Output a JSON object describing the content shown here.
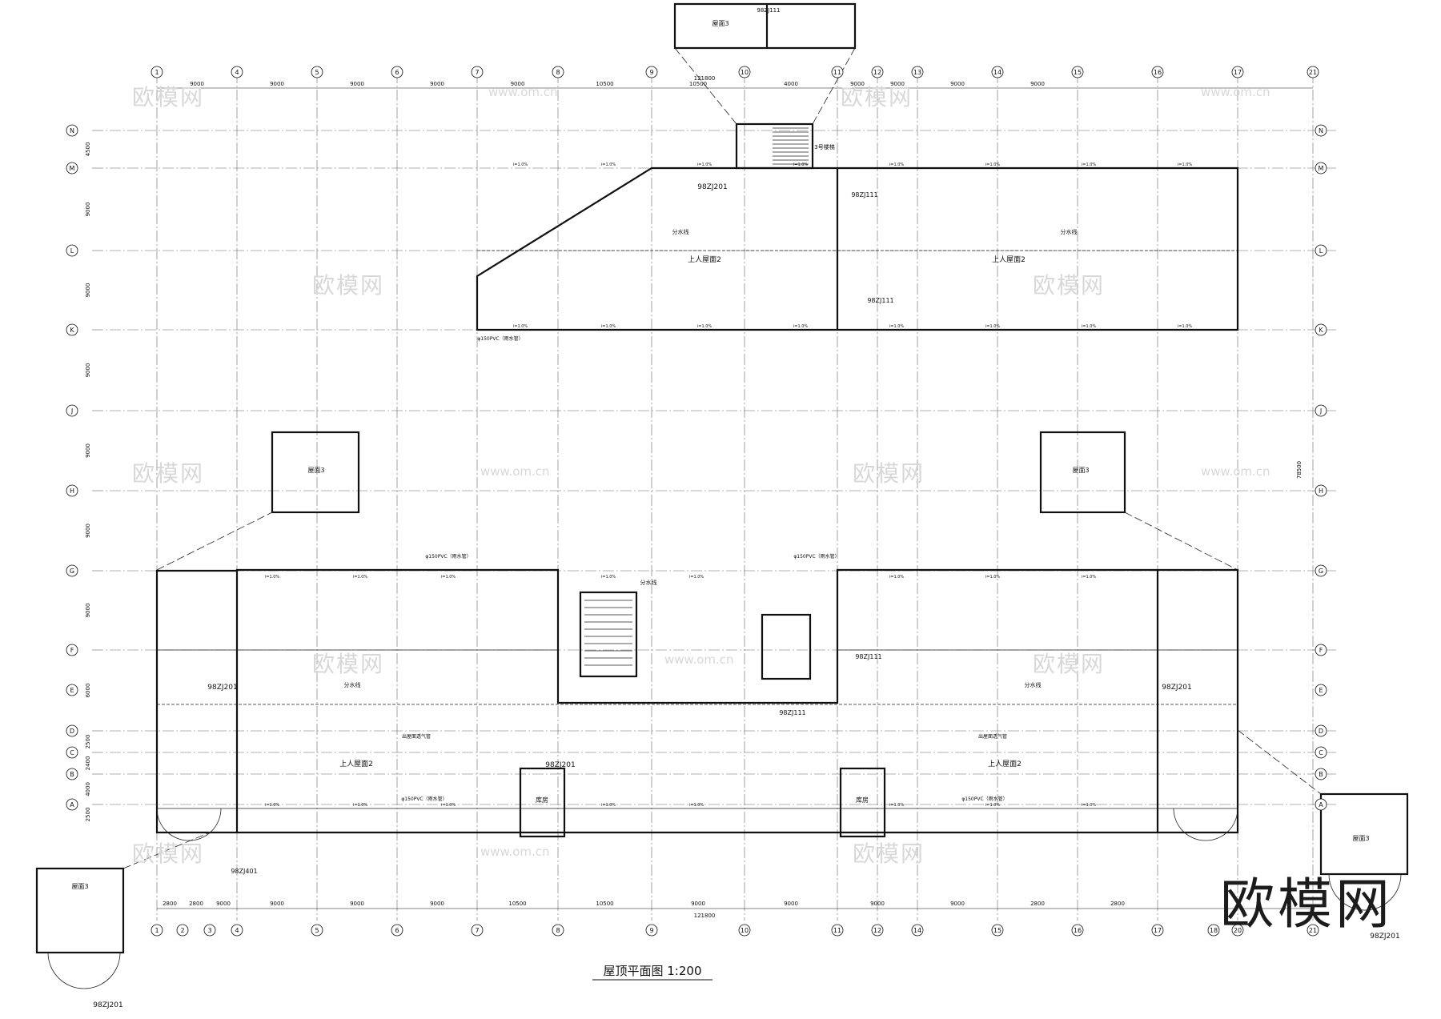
{
  "title": "屋顶平面图 1:200",
  "axes_top": [
    "1",
    "4",
    "5",
    "6",
    "7",
    "8",
    "9",
    "10",
    "11",
    "12",
    "13",
    "14",
    "15",
    "16",
    "17",
    "21"
  ],
  "axes_bottom": [
    "1",
    "2",
    "3",
    "4",
    "5",
    "6",
    "7",
    "8",
    "9",
    "10",
    "11",
    "12",
    "14",
    "15",
    "16",
    "17",
    "18",
    "20",
    "21"
  ],
  "axes_rows": [
    "N",
    "M",
    "L",
    "K",
    "J",
    "H",
    "G",
    "F",
    "E",
    "D",
    "C",
    "B",
    "A"
  ],
  "top_dims": [
    "9000",
    "9000",
    "9000",
    "9000",
    "9000",
    "10500",
    "10500",
    "4000",
    "9000",
    "9000",
    "9000",
    "9000"
  ],
  "overall_dim": "121800",
  "bottom_dims": [
    "2800",
    "2800",
    "9000",
    "9000",
    "9000",
    "9000",
    "10500",
    "10500",
    "9000",
    "9000",
    "9000",
    "9000",
    "2800",
    "2800"
  ],
  "left_dims": [
    "4500",
    "9000",
    "9000",
    "9000",
    "9000",
    "9000",
    "9000",
    "6000",
    "2500",
    "2400",
    "4000",
    "2500"
  ],
  "total_height": "78500",
  "labels": {
    "roof_upper": "上人屋面2",
    "roof_stair": "屋面3",
    "room": "库房",
    "stair": "3号楼梯",
    "divide_line": "分水线",
    "pvc_pipe": "φ150PVC（雨水管）",
    "ref_1": "98ZJ201",
    "ref_2": "98ZJ111",
    "ref_3": "98ZJ401",
    "vent": "出屋面透气管",
    "slope": "i=1.0%"
  },
  "watermark": "欧模网",
  "watermark_url": "www.om.cn",
  "logo_text": "欧模网"
}
